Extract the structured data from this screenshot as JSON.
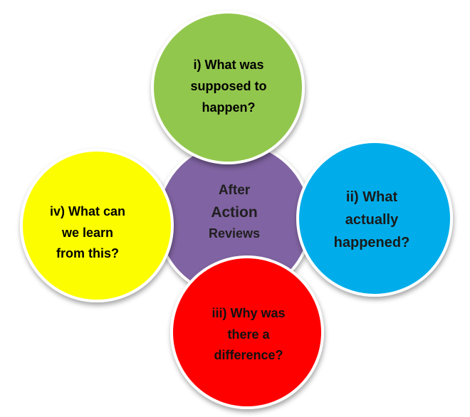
{
  "diagram": {
    "center": {
      "lines": [
        "After",
        "Action",
        "Reviews"
      ],
      "color": "#8064a2"
    },
    "top": {
      "lines": [
        "i) What was",
        "supposed to",
        "happen?"
      ],
      "color": "#92c74e"
    },
    "right": {
      "lines": [
        "ii) What",
        "actually",
        "happened?"
      ],
      "color": "#00adea"
    },
    "bottom": {
      "lines": [
        "iii) Why was",
        "there a",
        "difference?"
      ],
      "color": "#fe0000"
    },
    "left": {
      "lines": [
        "iv) What can",
        "we learn",
        "from this?"
      ],
      "color": "#fcfe00"
    }
  }
}
